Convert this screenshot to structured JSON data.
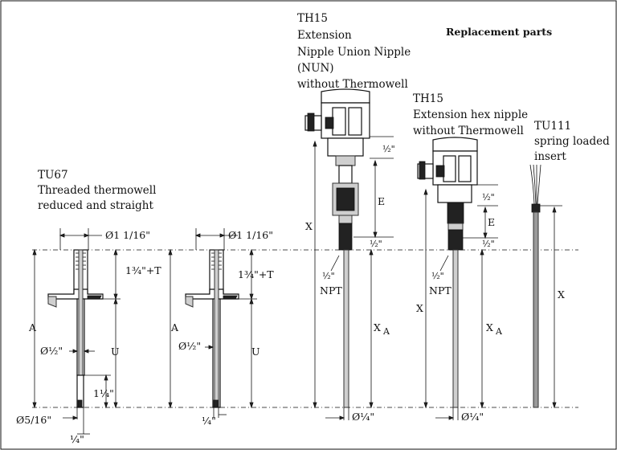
{
  "header": {
    "replacement_parts": "Replacement parts"
  },
  "tu67": {
    "title_line1": "TU67",
    "title_line2": "Threaded thermowell",
    "title_line3": "reduced and straight"
  },
  "th15_nun": {
    "line1": "TH15",
    "line2": "Extension",
    "line3": "Nipple Union Nipple",
    "line4": "(NUN)",
    "line5": "without Thermowell"
  },
  "th15_hex": {
    "line1": "TH15",
    "line2": "Extension hex nipple",
    "line3": "without Thermowell"
  },
  "tu111": {
    "line1": "TU111",
    "line2": "spring loaded",
    "line3": "insert"
  },
  "dims": {
    "dia_1_1_16": "Ø1 1/16\"",
    "len_1_3_4_T": "1¾\"+T",
    "A": "A",
    "U": "U",
    "dia_half": "Ø½\"",
    "len_1_1_4": "1¼\"",
    "dia_5_16": "Ø5/16\"",
    "quarter": "¼\"",
    "X": "X",
    "E": "E",
    "half": "½\"",
    "npt_half": "½\"",
    "npt": "NPT",
    "XA_main": "X",
    "XA_sub": "A",
    "dia_quarter": "Ø¼\""
  }
}
